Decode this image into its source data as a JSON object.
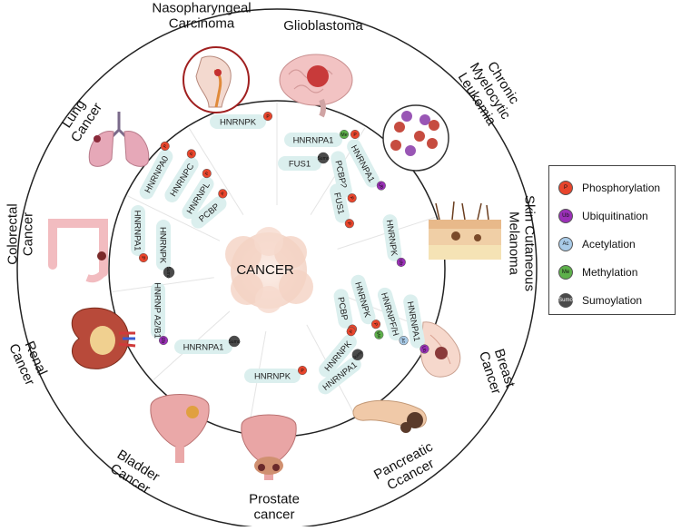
{
  "center_label": "CANCER",
  "cancers": [
    {
      "id": "nasopharyngeal",
      "lines": [
        "Nasopharyngeal",
        "Carcinoma"
      ]
    },
    {
      "id": "glioblastoma",
      "lines": [
        "Glioblastoma"
      ]
    },
    {
      "id": "cml",
      "lines": [
        "Chronic",
        "Myelocytic",
        "Leukemia"
      ]
    },
    {
      "id": "skin-melanoma",
      "lines": [
        "Skin Cutaneous",
        "Melanoma"
      ]
    },
    {
      "id": "breast",
      "lines": [
        "Breast",
        "Cancer"
      ]
    },
    {
      "id": "pancreatic",
      "lines": [
        "Pancreatic",
        "Ccancer"
      ]
    },
    {
      "id": "prostate",
      "lines": [
        "Prostate",
        "cancer"
      ]
    },
    {
      "id": "bladder",
      "lines": [
        "Bladder",
        "Cancer"
      ]
    },
    {
      "id": "renal",
      "lines": [
        "Renal",
        "Cancer"
      ]
    },
    {
      "id": "colorectal",
      "lines": [
        "Colorectal",
        "Cancer"
      ]
    },
    {
      "id": "lung",
      "lines": [
        "Lung",
        "Cancer"
      ]
    }
  ],
  "proteins": [
    {
      "label": "HNRNPK",
      "marks": [
        "P"
      ]
    },
    {
      "label": "HNRNPA1",
      "marks": [
        "Me",
        "P"
      ]
    },
    {
      "label": "FUS1",
      "marks": [
        "Sumo"
      ]
    },
    {
      "label": "HNRNPA1",
      "marks": [
        "Ub"
      ]
    },
    {
      "label": "PCBP2",
      "marks": [
        "P"
      ]
    },
    {
      "label": "FUS1",
      "marks": [
        "P"
      ]
    },
    {
      "label": "HNRNPK",
      "marks": [
        "Ub"
      ]
    },
    {
      "label": "HNRNPA1",
      "marks": [
        "Ub"
      ]
    },
    {
      "label": "HNRNPF/H",
      "marks": [
        "Ac"
      ]
    },
    {
      "label": "HNRNPK",
      "marks": [
        "P",
        "Me"
      ]
    },
    {
      "label": "PCBP",
      "marks": [
        "P"
      ]
    },
    {
      "label": "HNRNPK",
      "marks": [
        "P"
      ]
    },
    {
      "label": "HNRNPA1",
      "marks": [
        "Sumo"
      ]
    },
    {
      "label": "HNRNPK",
      "marks": [
        "P"
      ]
    },
    {
      "label": "HNRNPA1",
      "marks": [
        "Sumo"
      ]
    },
    {
      "label": "HNRNP A2/B1",
      "marks": [
        "Ub"
      ]
    },
    {
      "label": "HNRNPA1",
      "marks": [
        "P"
      ]
    },
    {
      "label": "HNRNPK",
      "marks": [
        "Sumo"
      ]
    },
    {
      "label": "HNRNPA0",
      "marks": [
        "P"
      ]
    },
    {
      "label": "HNRNPC",
      "marks": [
        "P"
      ]
    },
    {
      "label": "HNRNPL",
      "marks": [
        "P"
      ]
    },
    {
      "label": "PCBP",
      "marks": [
        "P"
      ]
    }
  ],
  "legend": [
    {
      "key": "P",
      "label": "Phosphorylation",
      "color": "#e8452c"
    },
    {
      "key": "Ub",
      "label": "Ubiquitination",
      "color": "#9b30b8"
    },
    {
      "key": "Ac",
      "label": "Acetylation",
      "color": "#a9cbe8"
    },
    {
      "key": "Me",
      "label": "Methylation",
      "color": "#5db04a"
    },
    {
      "key": "Sumo",
      "label": "Sumoylation",
      "color": "#4a4a4a"
    }
  ]
}
